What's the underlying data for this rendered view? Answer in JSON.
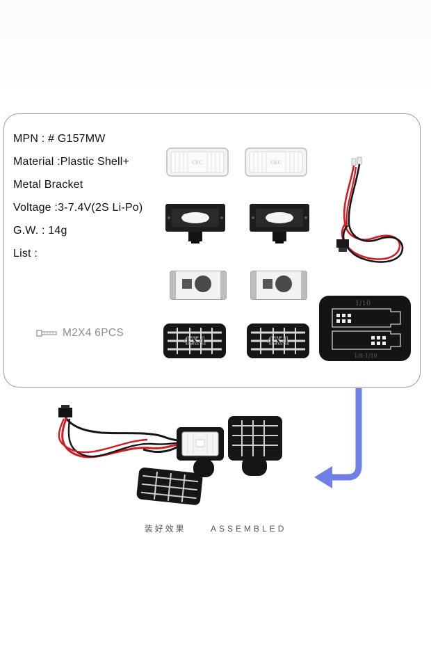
{
  "specs": {
    "mpn": "MPN : # G157MW",
    "material": "Material :Plastic Shell+",
    "material_cont": "Metal Bracket",
    "voltage": "Voltage :3-7.4V(2S Li-Po)",
    "weight": "G.W. : 14g",
    "list": "List :"
  },
  "screw": {
    "label": "M2X4 6PCS"
  },
  "grille_text": [
    "4X4",
    "4X4"
  ],
  "lens_text": [
    "CEC",
    "CEC"
  ],
  "decal_text": {
    "top": "1/10",
    "bottom": "1/8-1/10"
  },
  "caption": {
    "chinese": "装好效果",
    "english": "ASSEMBLED"
  },
  "colors": {
    "arrow": "#6f7fe6",
    "border": "#9a9a9a",
    "wire_red": "#d21c24",
    "wire_black": "#151515"
  }
}
